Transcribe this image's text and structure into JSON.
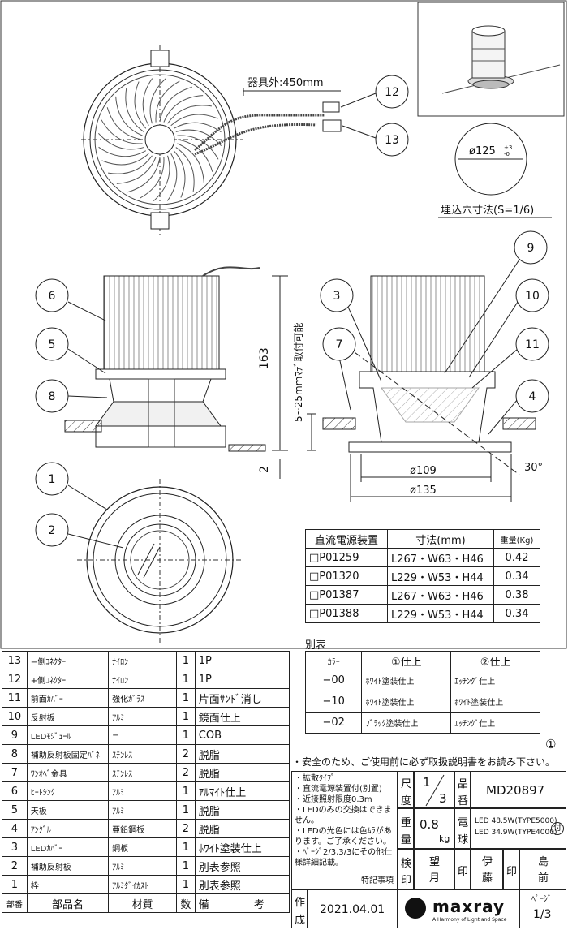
{
  "callouts": [
    "1",
    "2",
    "3",
    "4",
    "5",
    "6",
    "7",
    "8",
    "9",
    "10",
    "11",
    "12",
    "13"
  ],
  "dimensions": {
    "cable_length": "器具外:450mm",
    "cutout_diameter": "ø125",
    "cutout_tol_plus": "+3",
    "cutout_tol_minus": "-0",
    "cutout_label": "埋込穴寸法(S=1/6)",
    "height": "163",
    "bottom": "2",
    "ceiling_range": "5~25mmﾏﾃﾞ取付可能",
    "d109": "ø109",
    "d135": "ø135",
    "angle": "30°"
  },
  "power_table": {
    "headers": [
      "直流電源装置",
      "寸法(mm)",
      "重量(Kg)"
    ],
    "rows": [
      [
        "□P01259",
        "L267・W63・H46",
        "0.42"
      ],
      [
        "□P01320",
        "L229・W53・H44",
        "0.34"
      ],
      [
        "□P01387",
        "L267・W63・H46",
        "0.38"
      ],
      [
        "□P01388",
        "L229・W53・H44",
        "0.34"
      ]
    ]
  },
  "variant_table": {
    "title": "別表",
    "headers": [
      "ｶﾗｰ",
      "①仕上",
      "②仕上"
    ],
    "rows": [
      [
        "−00",
        "ﾎﾜｲﾄ塗装仕上",
        "ｴｯﾁﾝｸﾞ仕上"
      ],
      [
        "−10",
        "ﾎﾜｲﾄ塗装仕上",
        "ﾎﾜｲﾄ塗装仕上"
      ],
      [
        "−02",
        "ﾌﾞﾗｯｸ塗装仕上",
        "ｴｯﾁﾝｸﾞ仕上"
      ]
    ]
  },
  "parts": [
    [
      "13",
      "−側ｺﾈｸﾀｰ",
      "ﾅｲﾛﾝ",
      "1",
      "1P"
    ],
    [
      "12",
      "+側ｺﾈｸﾀｰ",
      "ﾅｲﾛﾝ",
      "1",
      "1P"
    ],
    [
      "11",
      "前面ｶﾊﾞｰ",
      "強化ｶﾞﾗｽ",
      "1",
      "片面ｻﾝﾄﾞ消し"
    ],
    [
      "10",
      "反射板",
      "ｱﾙﾐ",
      "1",
      "鏡面仕上"
    ],
    [
      "9",
      "LEDﾓｼﾞｭｰﾙ",
      "−",
      "1",
      "COB"
    ],
    [
      "8",
      "補助反射板固定ﾊﾞﾈ",
      "ｽﾃﾝﾚｽ",
      "2",
      "脱脂"
    ],
    [
      "7",
      "ﾜﾝｵﾍﾞ金具",
      "ｽﾃﾝﾚｽ",
      "2",
      "脱脂"
    ],
    [
      "6",
      "ﾋｰﾄｼﾝｸ",
      "ｱﾙﾐ",
      "1",
      "ｱﾙﾏｲﾄ仕上"
    ],
    [
      "5",
      "天板",
      "ｱﾙﾐ",
      "1",
      "脱脂"
    ],
    [
      "4",
      "ｱﾝｸﾞﾙ",
      "亜鉛鋼板",
      "2",
      "脱脂"
    ],
    [
      "3",
      "LEDｶﾊﾞｰ",
      "鋼板",
      "1",
      "ﾎﾜｲﾄ塗装仕上"
    ],
    [
      "2",
      "補助反射板",
      "ｱﾙﾐ",
      "1",
      "別表参照"
    ],
    [
      "1",
      "枠",
      "ｱﾙﾐﾀﾞｲｶｽﾄ",
      "1",
      "別表参照"
    ]
  ],
  "parts_header": [
    "部番",
    "部品名",
    "材質",
    "数",
    "備",
    "考"
  ],
  "safety_note": "・安全のため、ご使用前に必ず取扱説明書をお読み下さい。",
  "notes": [
    "・拡散ﾀｲﾌﾟ",
    "・直流電源装置付(別置)",
    "・近接照射限度0.3m",
    "・LEDのみの交換はできません。",
    "・LEDの光色には色ﾑﾗがあります。ご了承ください。",
    "・ﾍﾟｰｼﾞ2/3,3/3にその他仕様詳細記載。"
  ],
  "title_block": {
    "special": "特記事項",
    "scale_label_1": "尺",
    "scale_label_2": "度",
    "scale_num": "1",
    "scale_den": "3",
    "part_no_label_1": "品",
    "part_no_label_2": "番",
    "part_no": "MD20897",
    "weight_label_1": "重",
    "weight_label_2": "量",
    "weight": "0.8",
    "weight_unit": "kg",
    "lamp_label_1": "電",
    "lamp_label_2": "球",
    "lamp_1": "LED 48.5W(TYPE5000)",
    "lamp_2": "LED 34.9W(TYPE4000)",
    "lamp_mark": "付",
    "inspect_1": "検",
    "inspect_2": "印",
    "name_1": "望月",
    "stamp": "印",
    "name_2": "伊藤",
    "name_3": "島前",
    "made_1": "作",
    "made_2": "成",
    "date": "2021.04.01",
    "brand": "maxray",
    "brand_tag": "A Harmony of Light and Space",
    "page_label": "ﾍﾟｰｼﾞ",
    "page": "1/3",
    "circled_one": "①"
  }
}
